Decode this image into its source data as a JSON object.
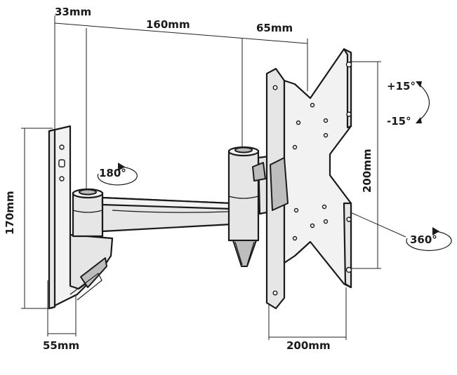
{
  "dimensions": {
    "top_left": "33mm",
    "top_middle": "160mm",
    "top_right": "65mm",
    "left_height": "170mm",
    "bottom_left": "55mm",
    "bottom_right": "200mm",
    "right_height": "200mm"
  },
  "rotations": {
    "swivel_arm": "180°",
    "rotate_plate": "360°",
    "tilt_up": "+15°",
    "tilt_down": "-15°"
  }
}
